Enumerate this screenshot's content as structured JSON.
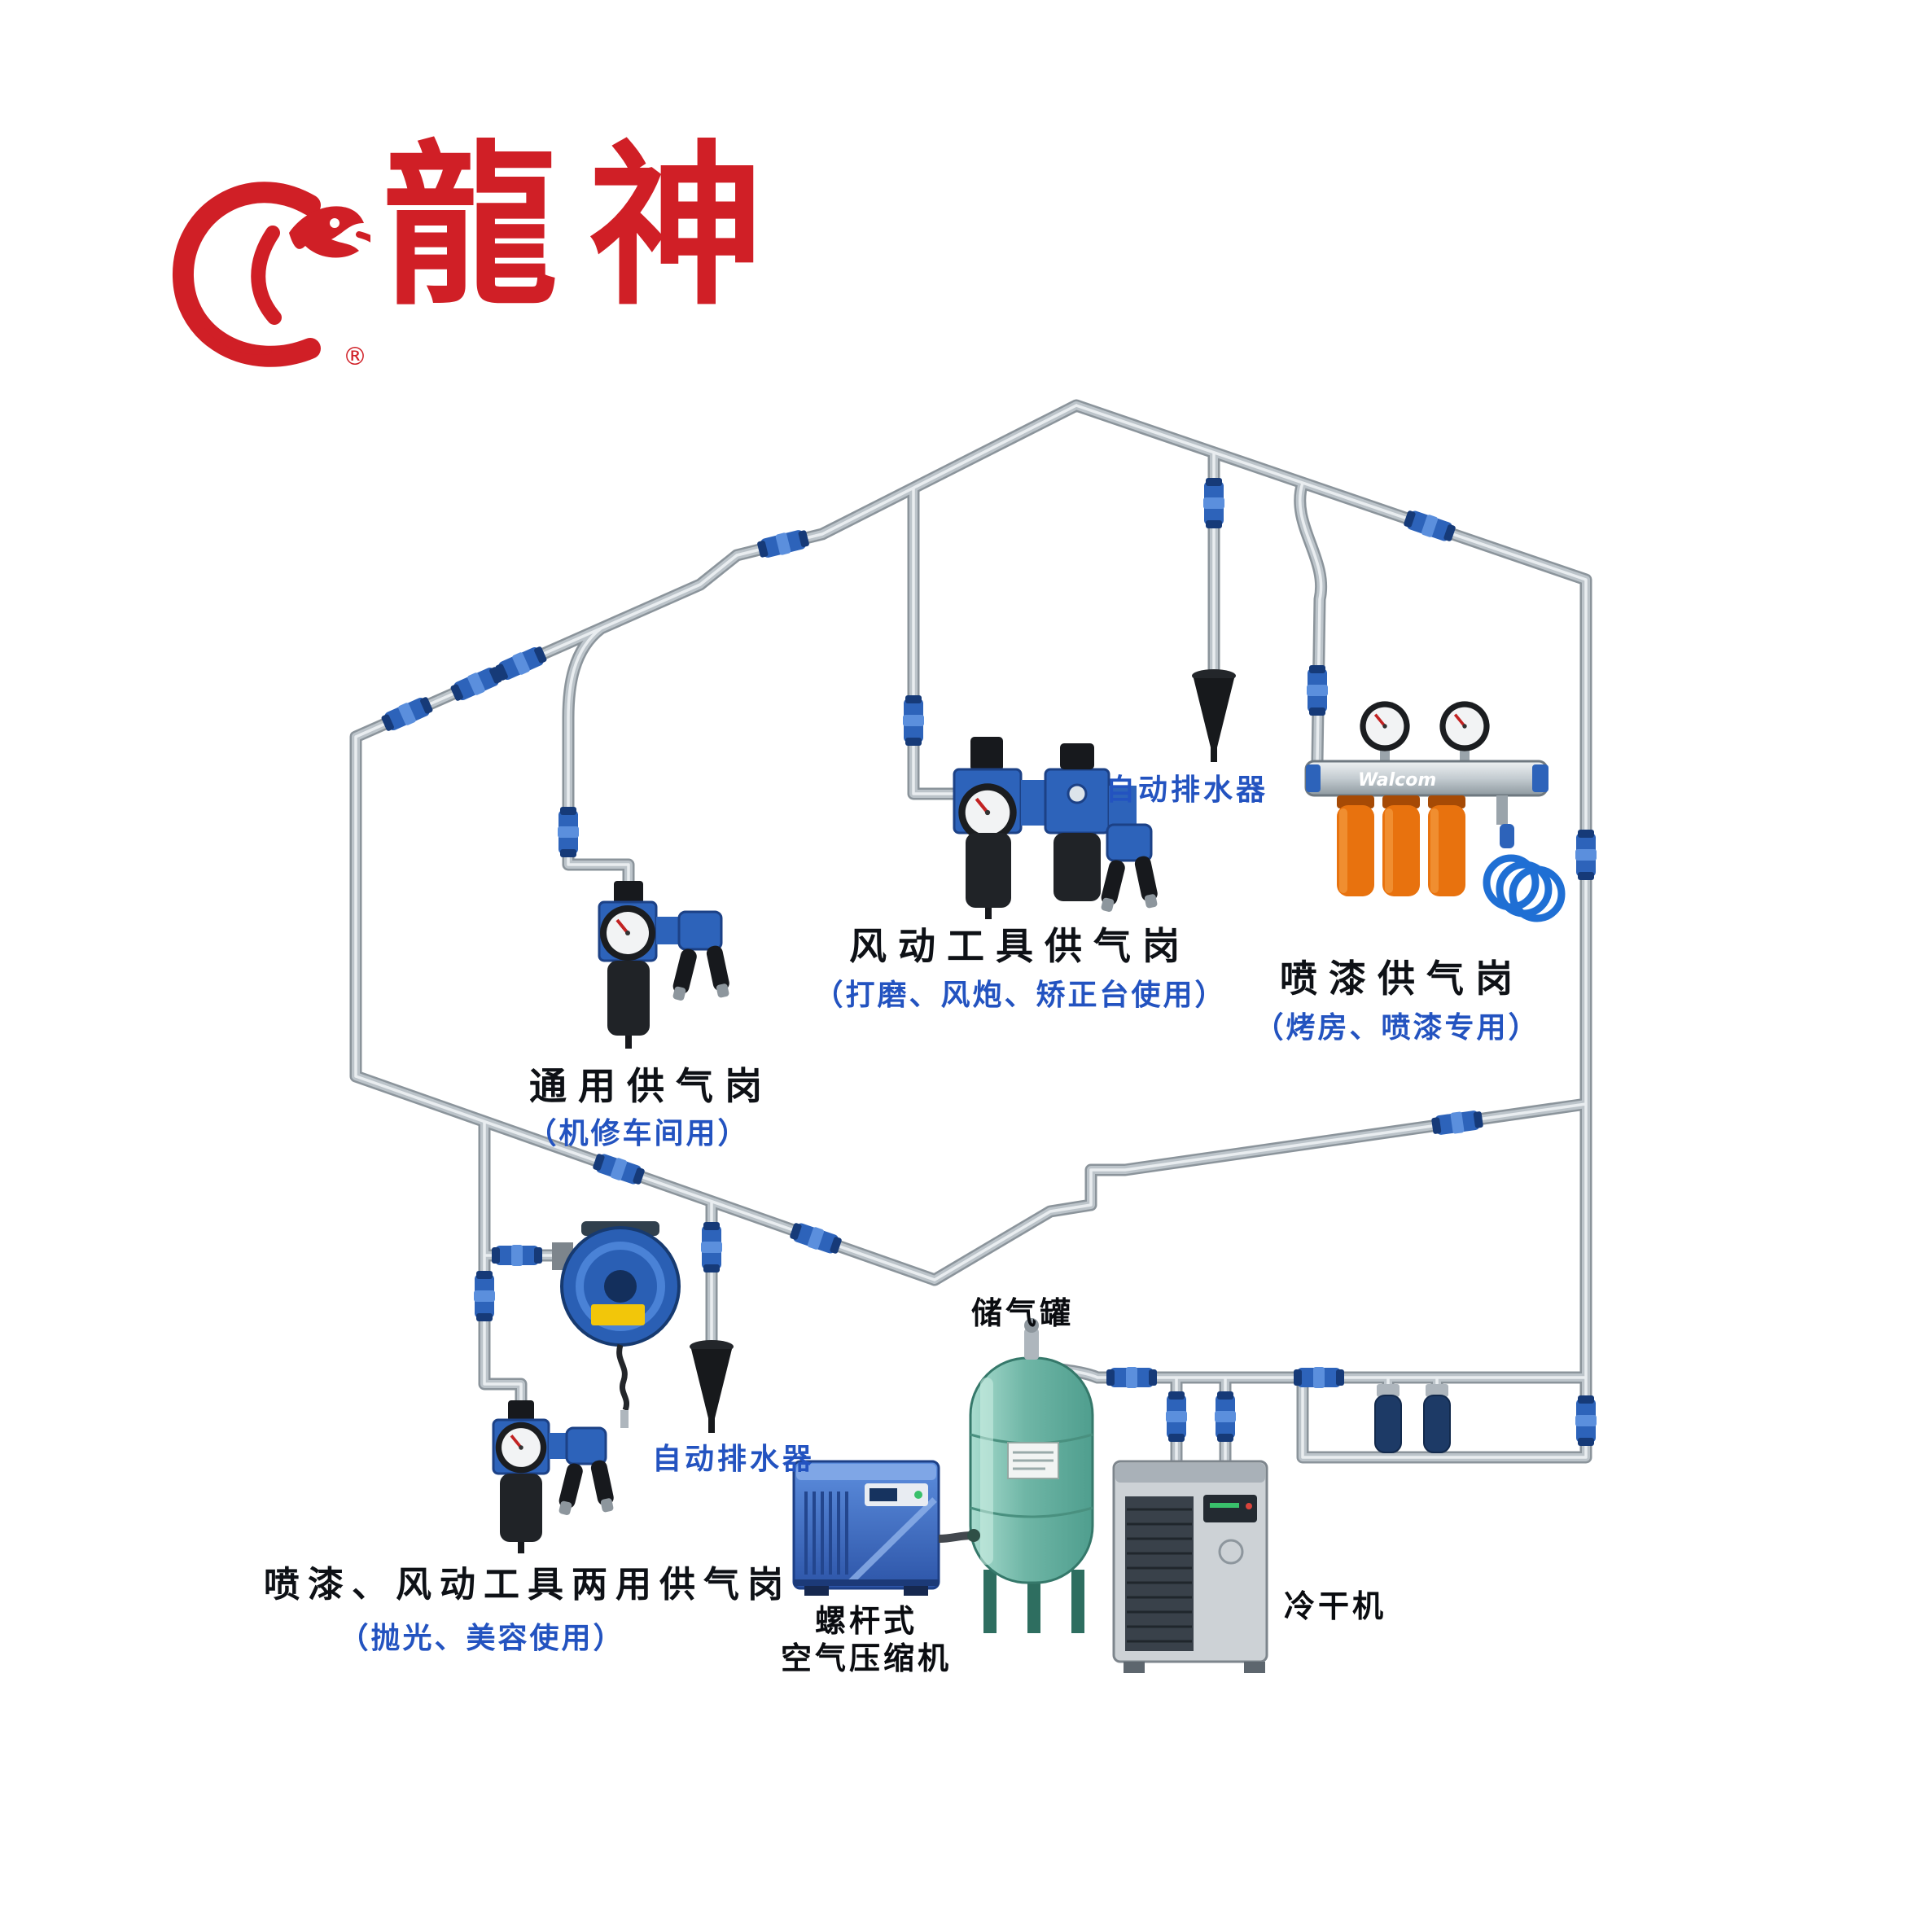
{
  "brand": {
    "name": "龍神",
    "registered": "®"
  },
  "stations": {
    "general": {
      "title": "通用供气岗",
      "subtitle": "（机修车间用）"
    },
    "pneumatic": {
      "title": "风动工具供气岗",
      "subtitle": "（打磨、风炮、矫正台使用）"
    },
    "paint": {
      "title": "喷漆供气岗",
      "subtitle": "（烤房、喷漆专用）"
    },
    "dual": {
      "title": "喷漆、风动工具两用供气岗",
      "subtitle": "（抛光、美容使用）"
    }
  },
  "equipment": {
    "auto_drain_top": "自动排水器",
    "auto_drain_bottom": "自动排水器",
    "air_tank": "储气罐",
    "compressor_line1": "螺杆式",
    "compressor_line2": "空气压缩机",
    "dryer": "冷干机",
    "paint_manifold_brand": "Walcom"
  },
  "colors": {
    "brand_red": "#d01f26",
    "label_blue": "#2353c0",
    "title_dark": "#0e1116",
    "pipe_gray": "#9aa3a9",
    "valve_blue": "#2d63ba",
    "tank_teal": "#5aa897",
    "compressor_blue": "#3a6cc4",
    "dryer_gray": "#cdd2d6",
    "cartridge_orange": "#e8720e"
  }
}
